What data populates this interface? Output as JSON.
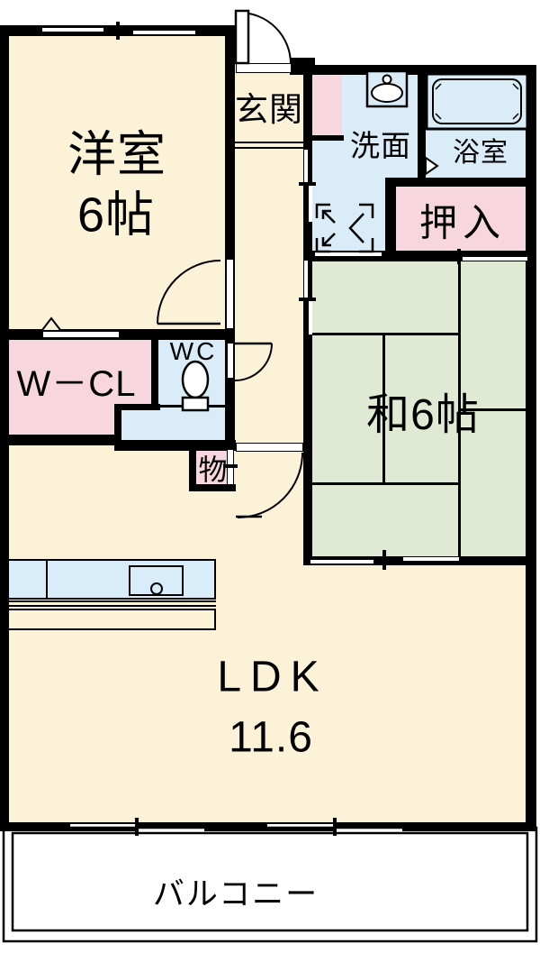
{
  "title": "2LDK floor plan",
  "colors": {
    "wall": "#000000",
    "room_cream": "#FCF2D8",
    "room_pink": "#F8D6E0",
    "room_blue": "#D9ECF7",
    "tatami_green": "#DFE9D4",
    "counter_blue": "#D9ECF9",
    "background": "#FFFFFF"
  },
  "rooms": {
    "yoshitsu": {
      "label": "洋室",
      "size": "6帖"
    },
    "genkan": {
      "label": "玄関"
    },
    "senmen": {
      "label": "洗面"
    },
    "yokushitsu": {
      "label": "浴室"
    },
    "oshiire": {
      "label": "押入"
    },
    "wcl": {
      "label": "W－CL"
    },
    "wc": {
      "label": "WC"
    },
    "mono": {
      "label": "物"
    },
    "washitsu": {
      "label": "和6帖"
    },
    "ldk": {
      "label": "LDK",
      "size": "11.6"
    },
    "balcony": {
      "label": "バルコニー"
    }
  },
  "icons": {
    "toilet": "toilet-icon",
    "sink": "sink-icon",
    "bathtub": "bathtub-icon",
    "washer_pan": "washing-machine-pan-icon"
  }
}
